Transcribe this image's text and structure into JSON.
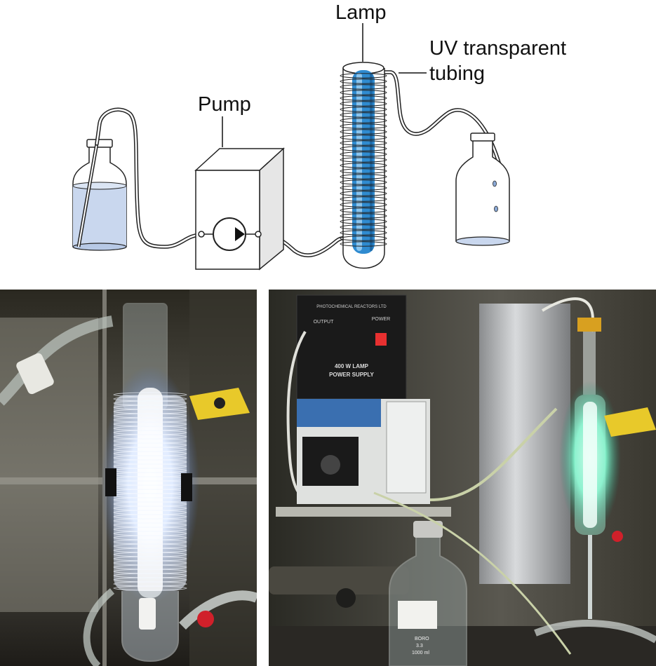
{
  "diagram": {
    "labels": {
      "lamp": "Lamp",
      "uv_line1": "UV transparent",
      "uv_line2": "tubing",
      "pump": "Pump"
    },
    "colors": {
      "liquid": "#c9d7ee",
      "lamp_blue": "#2f8bd0",
      "outline": "#222222"
    }
  },
  "photos": {
    "left": {
      "glow": "#dbe8ff"
    },
    "right": {
      "power_supply_brand": "PHOTOCHEMICAL REACTORS LTD",
      "power_supply_output": "OUTPUT",
      "power_supply_power": "POWER",
      "power_supply_title1": "400 W LAMP",
      "power_supply_title2": "POWER SUPPLY",
      "bottle_label1": "BORO",
      "bottle_label2": "3.3",
      "bottle_label3": "1000 ml",
      "glow": "#7ff0c8"
    }
  }
}
